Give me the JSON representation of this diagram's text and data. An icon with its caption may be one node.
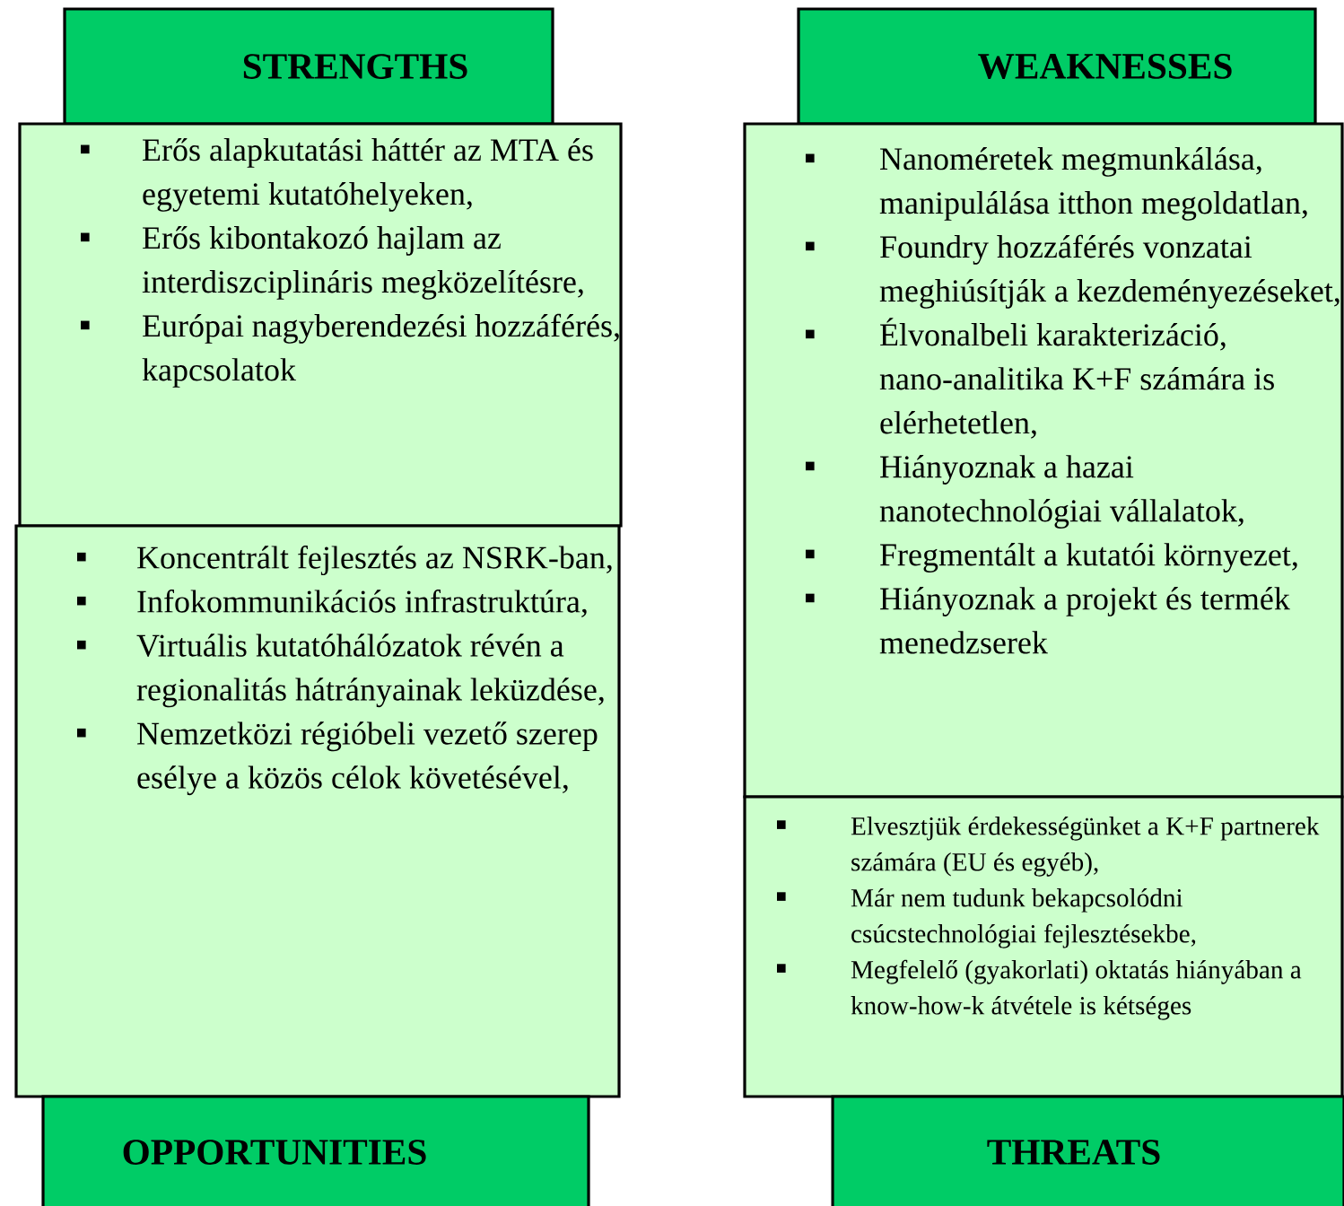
{
  "diagram": {
    "nodes": [
      {
        "text": [
          "STRENGTHS"
        ]
      },
      {
        "text": [
          "WEAKNESSES"
        ]
      },
      {
        "text": [
          "Erős alapkutatási háttér az MTA és egyetemi kutatóhelyeken,",
          "Erős kibontakozó hajlam az interdiszciplináris megközelítésre,",
          "Európai nagyberendezési hozzáférés, kapcsolatok"
        ]
      },
      {
        "text": [
          "Nanoméretek megmunkálása, manipulálása itthon megoldatlan,",
          "Foundry hozzáférés vonzatai meghiúsítják a kezdeményezéseket,",
          "Élvonalbeli karakterizáció, nano-analitika K+F számára is elérhetetlen,",
          "Hiányoznak a hazai nanotechnológiai vállalatok,",
          "Fregmentált a kutatói környezet,",
          "Hiányoznak a projekt és termék menedzserek"
        ]
      },
      {
        "text": [
          "Koncentrált fejlesztés az NSRK-ban,",
          "Infokommunikációs infrastruktúra,",
          "Virtuális kutatóhálózatok révén a regionalitás hátrányainak leküzdése,",
          "Nemzetközi régióbeli vezető szerep esélye a közös célok követésével,"
        ]
      },
      {
        "text": [
          "Elvesztjük érdekességünket a K+F partnerek számára (EU és egyéb),",
          "Már nem tudunk bekapcsolódni csúcstechnológiai fejlesztésekbe,",
          "Megfelelő (gyakorlati) oktatás hiányában a know-how-k átvétele is kétséges"
        ]
      },
      {
        "text": [
          "OPPORTUNITIES"
        ]
      },
      {
        "text": [
          "THREATS"
        ]
      }
    ]
  }
}
